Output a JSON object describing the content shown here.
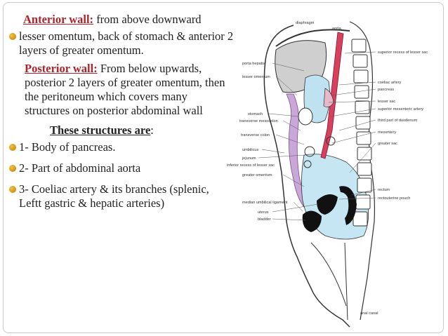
{
  "text": {
    "anterior_heading": "Anterior wall:",
    "anterior_rest": " from above downward",
    "bullet1": "lesser omentum, back of stomach & anterior 2 layers of greater omentum.",
    "posterior_heading": "Posterior wall:",
    "posterior_rest": " From below upwards, posterior 2 layers of greater omentum, then the peritoneum which covers many structures on posterior abdominal wall",
    "structures_heading": "These structures are",
    "structures_colon": ":",
    "item1": "1- Body of pancreas.",
    "item2": "2- Part of abdominal aorta",
    "item3": "3- Coeliac artery & its branches (splenic, Leftt gastric & hepatic arteries)"
  },
  "diagram": {
    "labels": {
      "diaphragm": "diaphragm",
      "aorta": "aorta",
      "porta_hepatis": "porta hepatis",
      "lesser_omentum": "lesser omentum",
      "superior_recess": "superior recess of lesser sac",
      "coeliac_artery": "coeliac artery",
      "pancreas": "pancreas",
      "lesser_sac": "lesser sac",
      "stomach": "stomach",
      "transverse_mesocolon": "transverse mesocolon",
      "superior_mesenteric_artery": "superior mesenteric artery",
      "third_part_duodenum": "third part of duodenum",
      "transverse_colon": "transverse colon",
      "mesentery": "mesentery",
      "umbilicus": "umbilicus",
      "greater_sac": "greater sac",
      "jejunum": "jejunum",
      "inferior_recess": "inferior recess of lesser sac",
      "greater_omentum": "greater omentum",
      "rectum": "rectum",
      "rectouterine_pouch": "rectouterine pouch",
      "median_umbilical_ligament": "median umbilical ligament",
      "uterus": "uterus",
      "bladder": "bladder",
      "anal_canal": "anal canal"
    }
  }
}
